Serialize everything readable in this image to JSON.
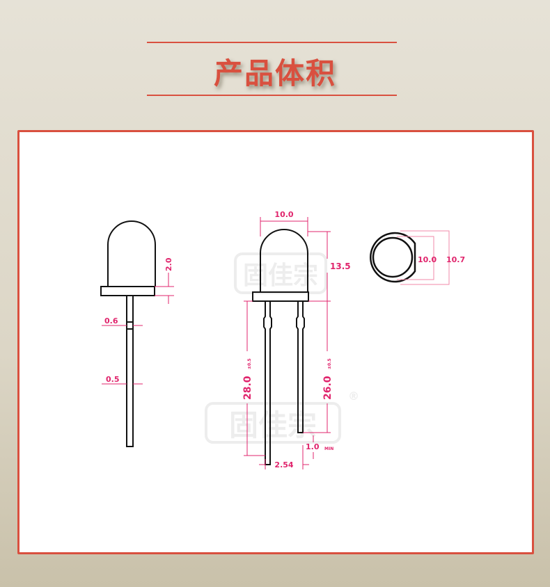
{
  "header": {
    "title": "产品体积"
  },
  "colors": {
    "accent": "#d9503f",
    "dimension": "#e0246c",
    "outline": "#111111"
  },
  "watermark": {
    "text": "固佳宗",
    "mark": "®"
  },
  "diagram": {
    "side_view": {
      "height_label": "2.0",
      "pin_width_top": "0.6",
      "pin_width": "0.5"
    },
    "front_view": {
      "diameter": "10.0",
      "body_height": "13.5",
      "long_lead": "28.0",
      "long_lead_tol": "±0.5",
      "short_lead": "26.0",
      "short_lead_tol": "±0.5",
      "lead_diff": "1.0",
      "lead_diff_suffix": "MIN",
      "pitch": "2.54"
    },
    "top_view": {
      "inner_diameter": "10.0",
      "flange_diameter": "10.7"
    }
  }
}
